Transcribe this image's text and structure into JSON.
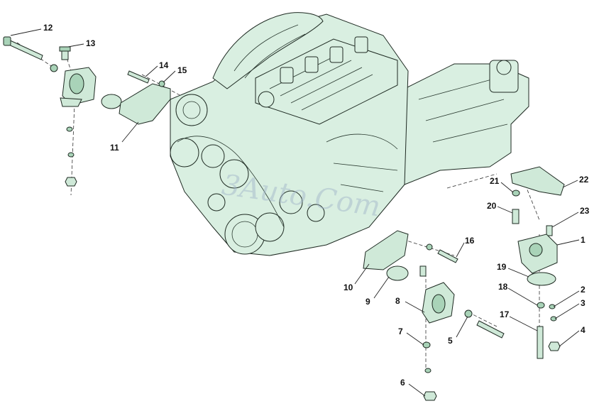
{
  "diagram": {
    "callouts": [
      "1",
      "2",
      "3",
      "4",
      "5",
      "6",
      "7",
      "8",
      "9",
      "10",
      "11",
      "12",
      "13",
      "14",
      "15",
      "16",
      "17",
      "18",
      "19",
      "20",
      "21",
      "22",
      "23"
    ],
    "watermark": "3Auto.Com"
  },
  "colors": {
    "part_fill": "#cfe9d8",
    "outline": "#1e2a22",
    "background": "#ffffff"
  }
}
